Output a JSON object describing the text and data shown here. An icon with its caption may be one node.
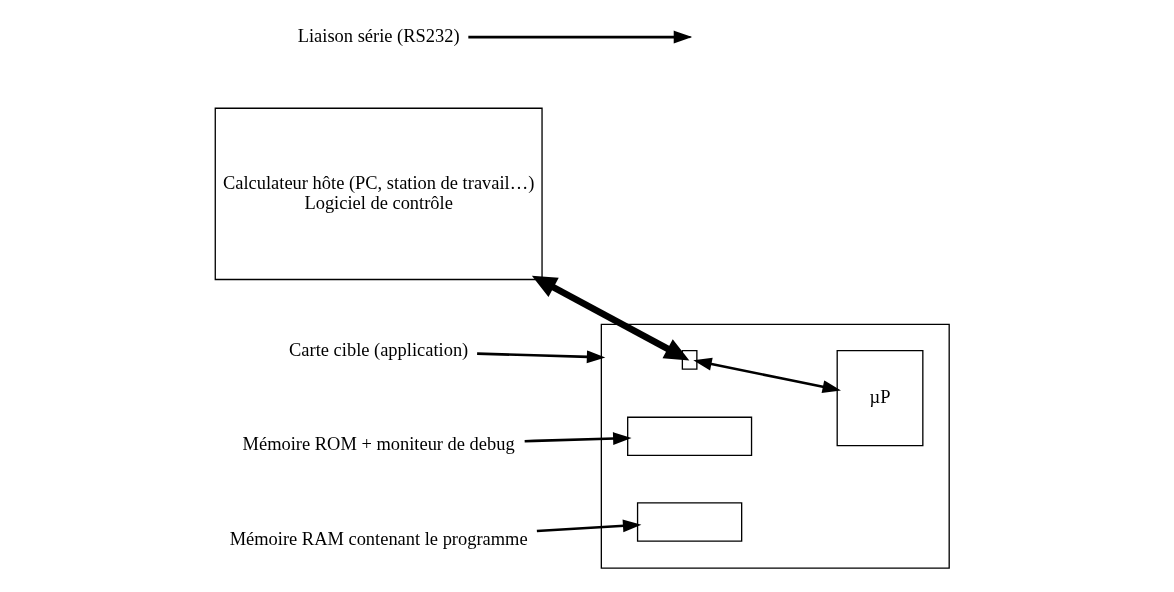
{
  "diagram": {
    "nodes": [
      {
        "text": [
          "Calculateur hôte (PC, station de travail…)",
          "Logiciel de contrôle"
        ]
      },
      {
        "text": [],
        "shape": "box"
      },
      {
        "text": [],
        "shape": "box",
        "in": 1
      },
      {
        "text": [
          "µP"
        ],
        "in": 1
      },
      {
        "text": [],
        "shape": "box",
        "in": 1
      },
      {
        "text": [],
        "shape": "box",
        "in": 1
      },
      {
        "text": [
          "Carte cible (application)"
        ]
      },
      {
        "text": [
          "Mémoire ROM + moniteur de debug"
        ]
      },
      {
        "text": [
          "Mémoire RAM contenant le programme"
        ]
      },
      {
        "text": [
          "Liaison série (RS232)"
        ]
      }
    ],
    "edges": [
      {
        "from": 0,
        "to": 2,
        "arrow": "both",
        "style": "thick"
      },
      {
        "from": 2,
        "to": 3,
        "arrow": "both"
      },
      {
        "from": 6,
        "to": 1,
        "arrow": "to"
      },
      {
        "from": 7,
        "to": 4,
        "arrow": "to"
      },
      {
        "from": 8,
        "to": 5,
        "arrow": "to"
      },
      {
        "from": 9,
        "to": null,
        "arrow": "to"
      }
    ]
  }
}
